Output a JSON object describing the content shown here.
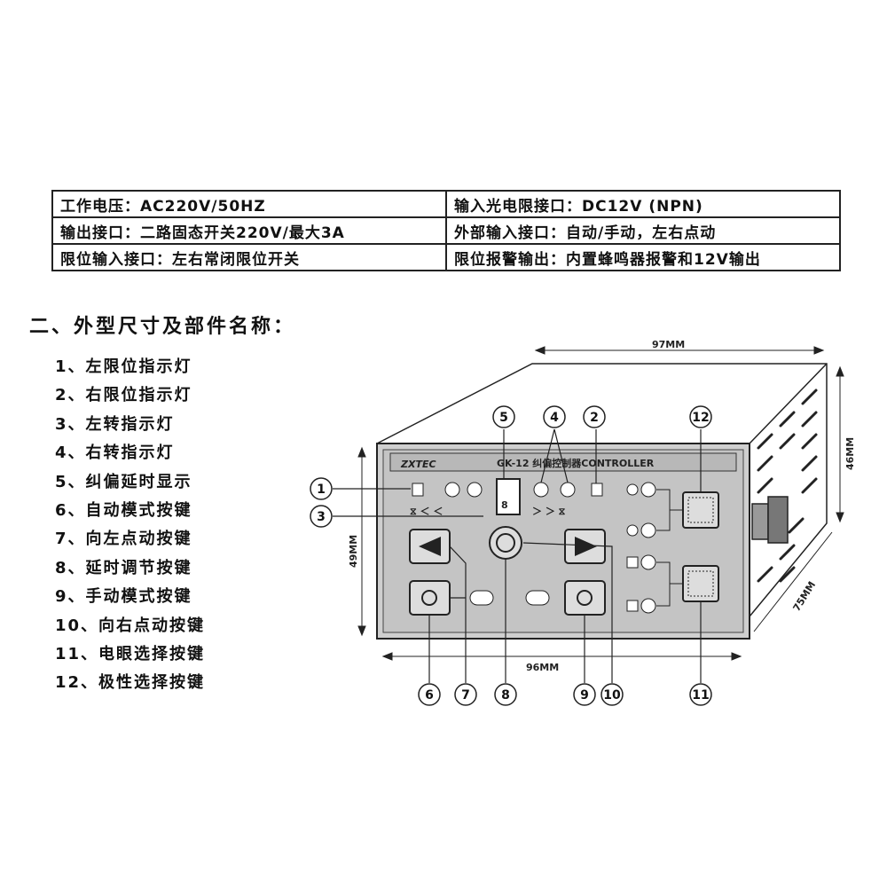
{
  "specs": [
    [
      "工作电压：AC220V/50HZ",
      "输入光电限接口：DC12V (NPN)"
    ],
    [
      "输出接口：二路固态开关220V/最大3A",
      "外部输入接口：自动/手动，左右点动"
    ],
    [
      "限位输入接口：左右常闭限位开关",
      "限位报警输出：内置蜂鸣器报警和12V输出"
    ]
  ],
  "section_title": "二、外型尺寸及部件名称：",
  "parts": [
    "1、左限位指示灯",
    "2、右限位指示灯",
    "3、左转指示灯",
    "4、右转指示灯",
    "5、纠偏延时显示",
    "6、自动模式按键",
    "7、向左点动按键",
    "8、延时调节按键",
    "9、手动模式按键",
    "10、向右点动按键",
    "11、电眼选择按键",
    "12、极性选择按键"
  ],
  "drawing": {
    "dim_top": "97MM",
    "dim_right": "46MM",
    "dim_left": "49MM",
    "dim_bottom": "96MM",
    "dim_depth": "75MM",
    "brand": "ZXTEC",
    "model": "GK-12 纠偏控制器CONTROLLER",
    "display_digit": "8",
    "callouts": [
      "1",
      "2",
      "3",
      "4",
      "5",
      "6",
      "7",
      "8",
      "9",
      "10",
      "11",
      "12"
    ]
  },
  "colors": {
    "panel": "#c8c8c8",
    "line": "#222222"
  }
}
